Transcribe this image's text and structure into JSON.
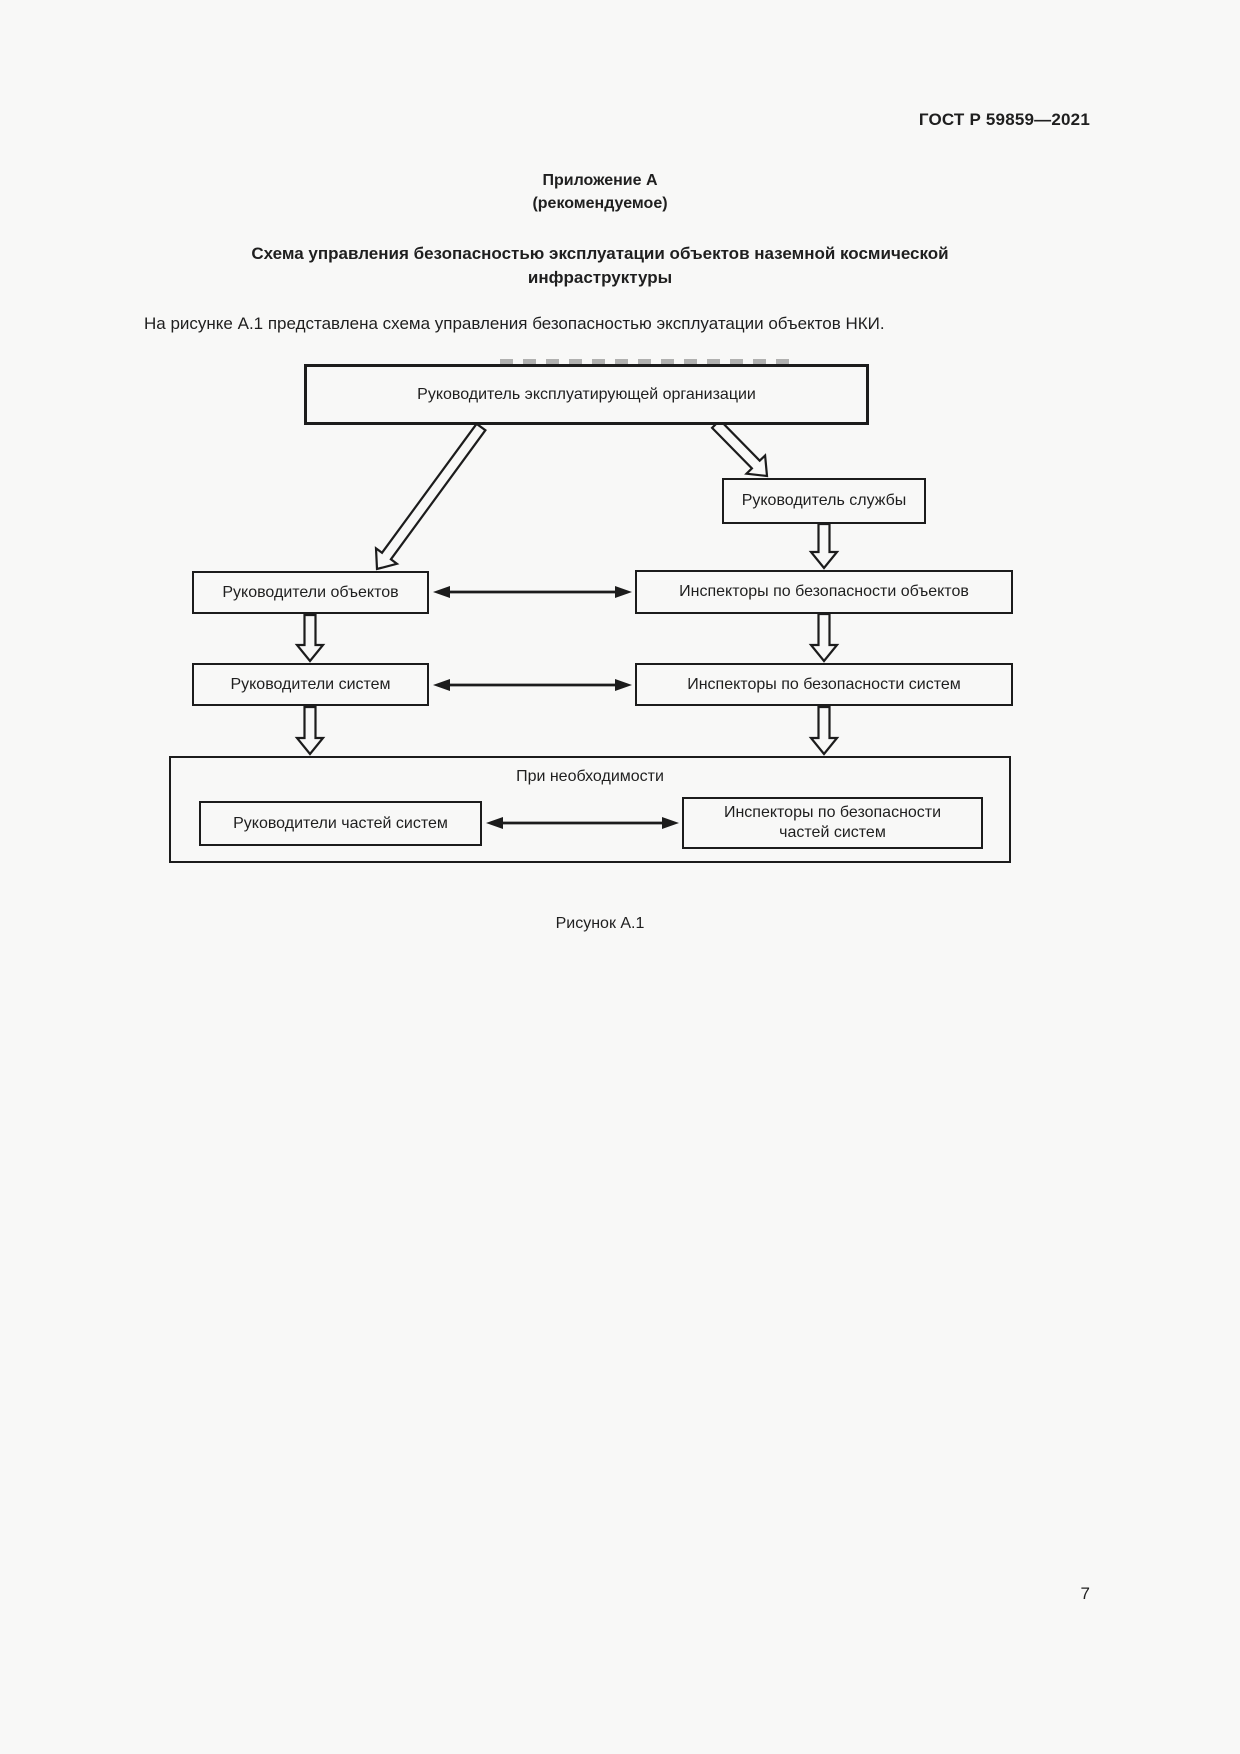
{
  "page": {
    "header": "ГОСТ Р 59859—2021",
    "appendix": {
      "label": "Приложение А",
      "sublabel": "(рекомендуемое)"
    },
    "title": "Схема управления безопасностью эксплуатации объектов наземной космической\nинфраструктуры",
    "intro": "На рисунке А.1 представлена схема управления безопасностью эксплуатации объектов НКИ.",
    "figure_caption": "Рисунок А.1",
    "page_number": "7"
  },
  "diagram": {
    "nodes": {
      "org_head": "Руководитель эксплуатирующей организации",
      "service_head": "Руководитель службы",
      "object_managers": "Руководители объектов",
      "object_inspectors": "Инспекторы по безопасности объектов",
      "system_managers": "Руководители систем",
      "system_inspectors": "Инспекторы по безопасности систем",
      "optional_group_label": "При необходимости",
      "subsystem_managers": "Руководители частей систем",
      "subsystem_inspectors": "Инспекторы по безопасности\nчастей систем"
    }
  },
  "colors": {
    "ink": "#1c1c1c",
    "paper": "#f8f8f7"
  }
}
